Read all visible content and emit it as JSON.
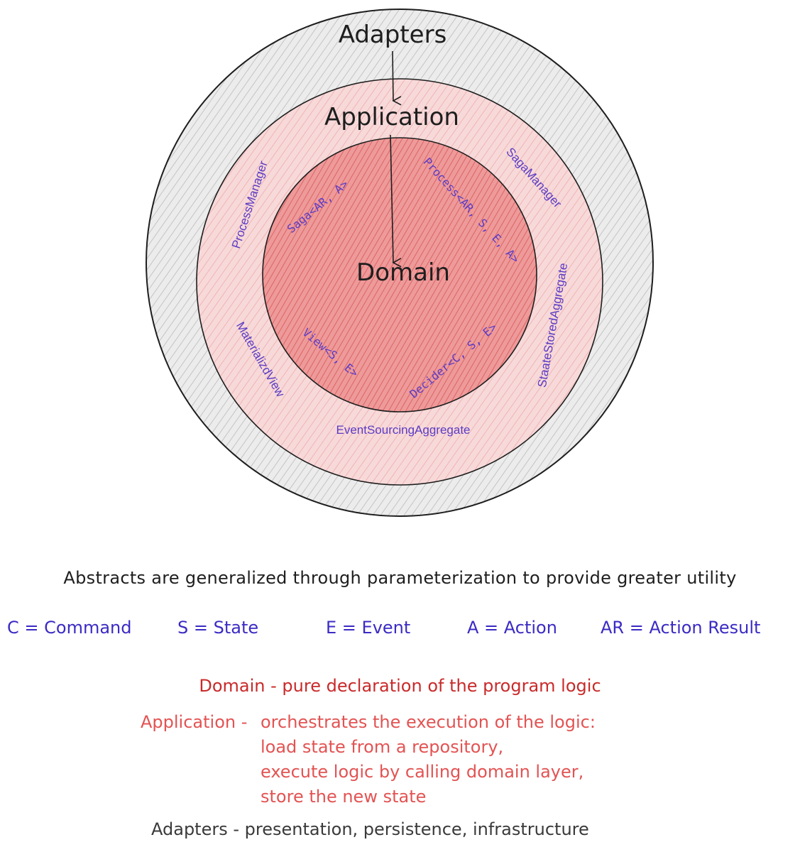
{
  "rings": {
    "adapters": "Adapters",
    "application": "Application",
    "domain": "Domain"
  },
  "components": {
    "process_manager": "ProcessManager",
    "saga_manager": "SagaManager",
    "materialized_view": "MaterializdView",
    "state_stored_aggregate": "StaateStoredAggregate",
    "event_sourcing_aggregate": "EventSourcingAggregate",
    "saga": "Saga<AR, A>",
    "process": "Process<AR, S, E, A>",
    "view": "View<S, E>",
    "decider": "Decider<C, S, E>"
  },
  "summary": "Abstracts are generalized through parameterization to provide greater utility",
  "legend": [
    "C = Command",
    "S = State",
    "E = Event",
    "A = Action",
    "AR = Action Result"
  ],
  "descriptions": {
    "domain": "Domain - pure declaration of the program logic",
    "application_label": "Application -",
    "application_lines": [
      "orchestrates the execution of the logic:",
      "load state from a repository,",
      "execute logic by calling domain layer,",
      "store the new state"
    ],
    "adapters": "Adapters - presentation, persistence, infrastructure"
  },
  "colors": {
    "outer_ring": "#e9e9e9",
    "middle_ring": "#f6d2d2",
    "inner_ring": "#ec8a8a",
    "component_text": "#5b3cc4",
    "legend_text": "#3b2bc4",
    "domain_desc": "#c92a2a",
    "application_desc": "#e35353"
  }
}
